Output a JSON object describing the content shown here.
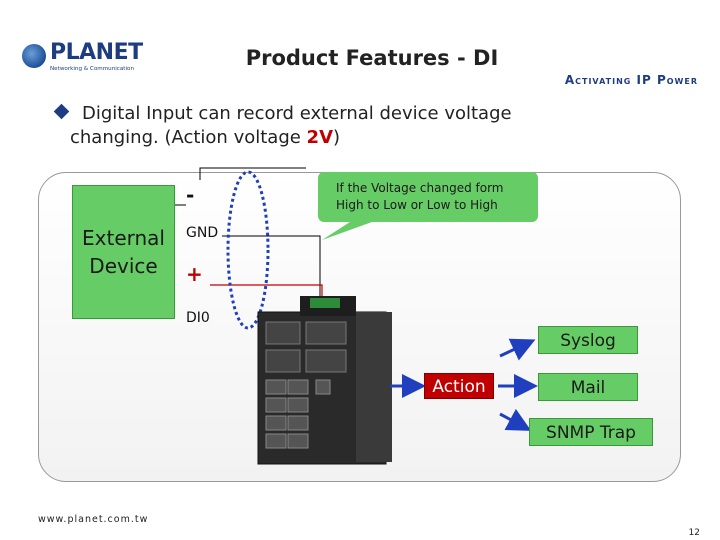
{
  "header": {
    "logo_brand": "PLANET",
    "logo_tagline": "Networking & Communication",
    "title": "Product Features - DI",
    "slogan": "Activating IP Power"
  },
  "bullet": {
    "line1": "Digital Input can record external device voltage",
    "line2_prefix": "changing. (Action voltage ",
    "voltage": "2V",
    "line2_suffix": ")"
  },
  "diagram": {
    "device_line1": "External",
    "device_line2": "Device",
    "pin_minus": "-",
    "pin_gnd": "GND",
    "pin_plus": "+",
    "pin_di0": "DI0",
    "callout": [
      "If the Voltage changed form",
      "High to Low or Low to High"
    ],
    "action": "Action",
    "outputs": [
      "Syslog",
      "Mail",
      "SNMP Trap"
    ],
    "colors": {
      "green": "#66cc66",
      "red": "#c00000",
      "blue": "#1f3fbf"
    }
  },
  "footer": {
    "url": "www.planet.com.tw",
    "page": "12"
  }
}
